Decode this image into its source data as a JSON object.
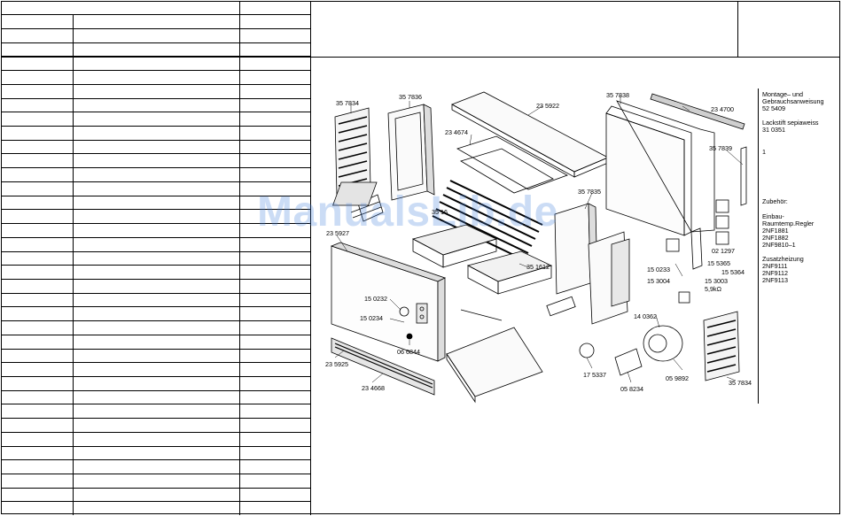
{
  "parts_diagram": {
    "labels": {
      "p357834_top": "35 7834",
      "p357836": "35 7836",
      "p235922": "23 5922",
      "p234674": "23 4674",
      "p357838": "35 7838",
      "p234700": "23 4700",
      "p357839": "35 7839",
      "p357835": "35 7835",
      "p235927": "23 5927",
      "p351616": "35 16",
      "p351612": "35 1612",
      "p150232": "15 0232",
      "p150234": "15 0234",
      "p066844": "06 6844",
      "p235925": "23 5925",
      "p234668": "23 4668",
      "p150233": "15 0233",
      "p153004": "15 3004",
      "p155365": "15 5365",
      "p155364": "15 5364",
      "p153003": "15 3003",
      "p59k": "5,9kΩ",
      "p021297": "02 1297",
      "p140362": "14 0362",
      "p175337": "17 5337",
      "p058234": "05 8234",
      "p059892": "05 9892",
      "p357834_bottom": "35 7834"
    },
    "side_notes": [
      "Montage– und",
      "Gebrauchsanweisung",
      "52 5409",
      "",
      "Lackstift sepiaweiss",
      "31 0351",
      "",
      "",
      "1",
      "",
      "",
      "",
      "",
      "",
      "",
      "Zubehör:",
      "",
      "Einbau-",
      "Raumtemp.Regler",
      "2NF1881",
      "2NF1882",
      "2NF9810–1",
      "",
      "Zusatzheizung",
      "2NF9111",
      "2NF9112",
      "2NF9113"
    ],
    "watermark": "ManualsLib.de"
  }
}
